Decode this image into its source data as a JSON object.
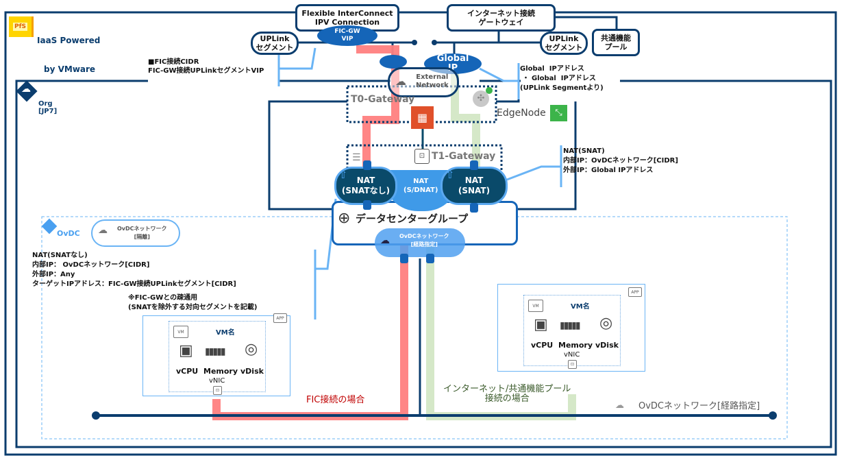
{
  "brand": {
    "logo_text": "PfS",
    "title_line1": "IaaS Powered",
    "title_line2": "by VMware"
  },
  "external": {
    "fic_box": "Flexible InterConnect\nIPV Connection",
    "inet_box": "インターネット接続\nゲートウェイ",
    "uplink_left": "UPLink\nセグメント",
    "uplink_right": "UPLink\nセグメント",
    "common_pool": "共通機能\nプール",
    "fic_gw_vip": "FIC-GW\nVIP",
    "global_ip": "Global\nIP",
    "external_network": "External\nNetwork"
  },
  "notes": {
    "fic_cidr": "■FIC接続CIDR\nFIC-GW接続UPLinkセグメントVIP",
    "global_ip": "Global  IPアドレス\n ・ Global  IPアドレス\n(UPLink Segmentより)",
    "nat_snat": "NAT(SNAT)\n内部IP：OvDCネットワーク[CIDR]\n外部IP：Global IPアドレス",
    "nat_no_snat": "NAT(SNATなし)\n内部IP： OvDCネットワーク[CIDR]\n外部IP：Any\nターゲットIPアドレス：FIC-GW接続UPLinkセグメント[CIDR]",
    "nat_no_snat_sub": "※FIC-GWとの疎通用\n(SNATを除外する対向セグメントを記載)"
  },
  "org": {
    "label": "Org\n[JP7]"
  },
  "gateways": {
    "t0": "T0-Gateway",
    "t1": "T1-Gateway",
    "edge_node": "EdgeNode"
  },
  "nat": {
    "left": "NAT\n(SNATなし)",
    "middle": "NAT\n(S/DNAT)",
    "right": "NAT\n(SNAT)"
  },
  "dc_group": "データセンターグループ",
  "ovdc": {
    "label": "OvDC",
    "isolated_net": "OvDCネットワーク\n[隔離]",
    "routed_net": "OvDCネットワーク\n[経路指定]",
    "routed_net_bottom": "OvDCネットワーク[経路指定]"
  },
  "vms": [
    {
      "name": "VM名",
      "vm_badge": "VM",
      "app_badge": "APP",
      "cpu": "vCPU",
      "memory": "Memory",
      "disk": "vDisk",
      "nic": "vNIC"
    },
    {
      "name": "VM名",
      "vm_badge": "VM",
      "app_badge": "APP",
      "cpu": "vCPU",
      "memory": "Memory",
      "disk": "vDisk",
      "nic": "vNIC"
    }
  ],
  "paths": {
    "fic": "FIC接続の場合",
    "internet": "インターネット/共通機能プール\n接続の場合"
  },
  "colors": {
    "navy": "#0b3d6e",
    "fic_path": "#ff7f7f",
    "inet_path": "#d5e8c8",
    "accent_blue": "#1565b8",
    "light_blue": "#6ab4f5"
  }
}
